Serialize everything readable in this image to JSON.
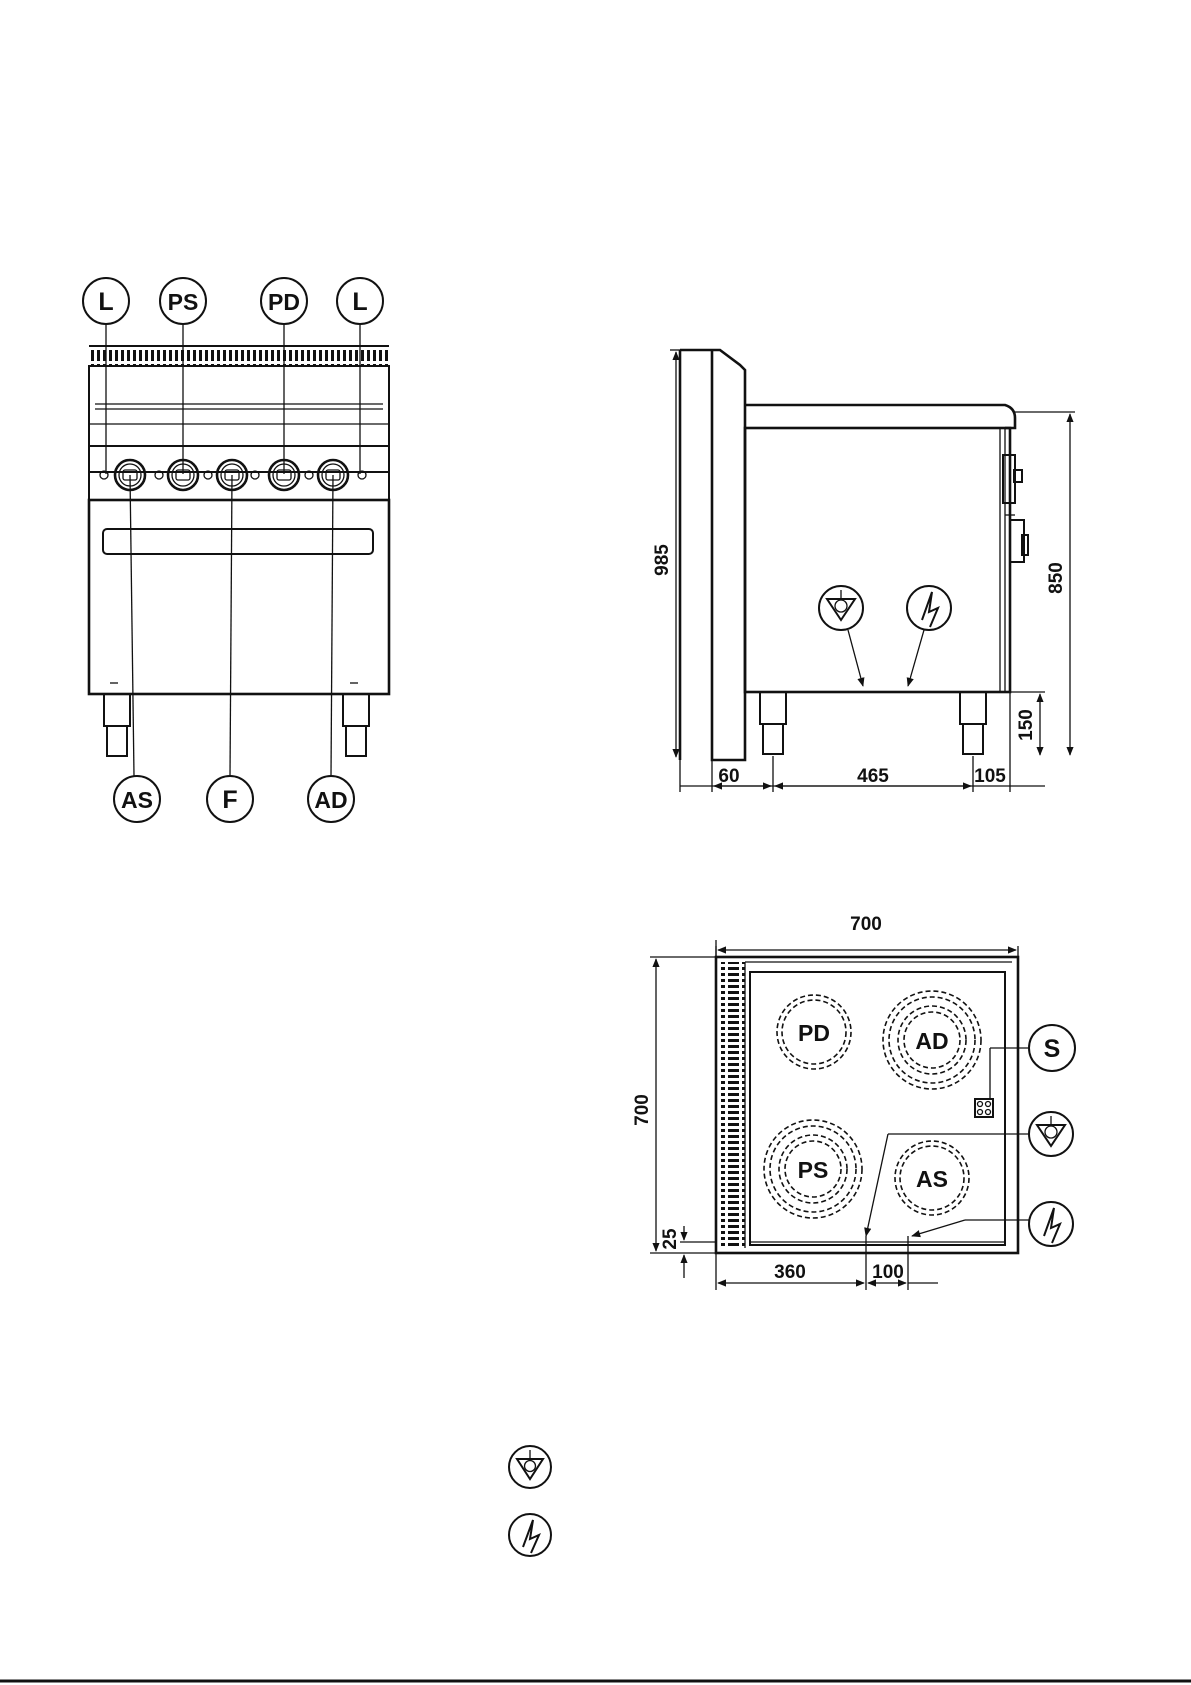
{
  "front_view": {
    "callouts_top": [
      "L",
      "PS",
      "PD",
      "L"
    ],
    "callouts_bottom": [
      "AS",
      "F",
      "AD"
    ]
  },
  "side_view": {
    "dims": {
      "total_height": "985",
      "work_height": "850",
      "leg_height": "150",
      "back": "60",
      "leg_spacing": "465",
      "front": "105"
    }
  },
  "top_view": {
    "dims": {
      "width": "700",
      "depth": "700",
      "edge": "25",
      "conn_x": "360",
      "conn_spacing": "100"
    },
    "plates": [
      "PD",
      "AD",
      "PS",
      "AS"
    ],
    "callouts_right": [
      "S"
    ]
  },
  "legend": {
    "icons": [
      "water-connection-icon",
      "electric-connection-icon"
    ]
  }
}
